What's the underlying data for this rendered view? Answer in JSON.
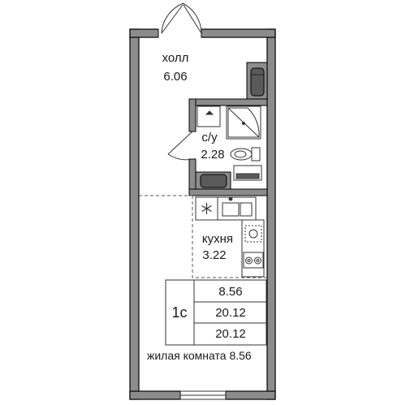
{
  "rooms": {
    "hall": {
      "name": "холл",
      "area": "6.06"
    },
    "bathroom": {
      "name": "с/у",
      "area": "2.28"
    },
    "kitchen": {
      "name": "кухня",
      "area": "3.22"
    },
    "living_room": {
      "name": "жилая комната",
      "area": "8.56"
    }
  },
  "summary": {
    "type_code": "1с",
    "living_area": "8.56",
    "total_area": "20.12",
    "total_area_with_balcony": "20.12"
  },
  "colors": {
    "wall_fill": "#8c8c8c",
    "wall_outline": "#000000",
    "fixture_fill": "#5a5a5a",
    "line": "#333333"
  },
  "icons": {
    "fridge": "snowflake-icon",
    "entrance": "door-swing-icon"
  }
}
